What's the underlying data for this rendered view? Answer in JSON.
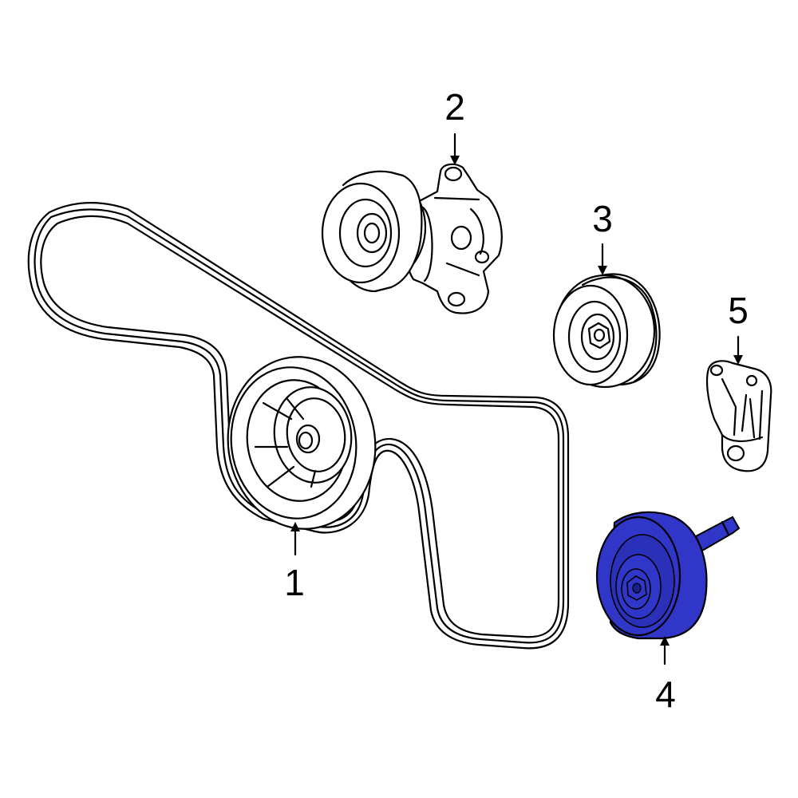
{
  "callouts": [
    {
      "number": "1",
      "part": "serpentine-belt"
    },
    {
      "number": "2",
      "part": "belt-tensioner"
    },
    {
      "number": "3",
      "part": "idler-pulley"
    },
    {
      "number": "4",
      "part": "highlighted-idler-pulley"
    },
    {
      "number": "5",
      "part": "pulley-bracket"
    }
  ],
  "colors": {
    "highlight": "#2f36c8",
    "highlight_dark": "#1a1f8c",
    "line": "#000000",
    "background": "#ffffff"
  }
}
